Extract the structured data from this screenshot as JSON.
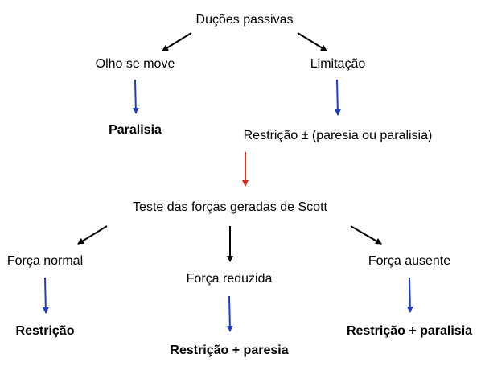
{
  "nodes": {
    "root": "Duções passivas",
    "eye_moves": "Olho se move",
    "limitation": "Limitação",
    "paralysis": "Paralisia",
    "restriction_pm": "Restrição ± (paresia ou paralisia)",
    "scott_test": "Teste das forças geradas de Scott",
    "normal_force": "Força normal",
    "reduced_force": "Força reduzida",
    "absent_force": "Força ausente",
    "restriction": "Restrição",
    "restriction_paresis": "Restrição + paresia",
    "restriction_paralysis": "Restrição + paralisia"
  },
  "colors": {
    "black_arrow": "#000000",
    "blue_arrow": "#1f3fbf",
    "red_arrow": "#d62a1c"
  }
}
